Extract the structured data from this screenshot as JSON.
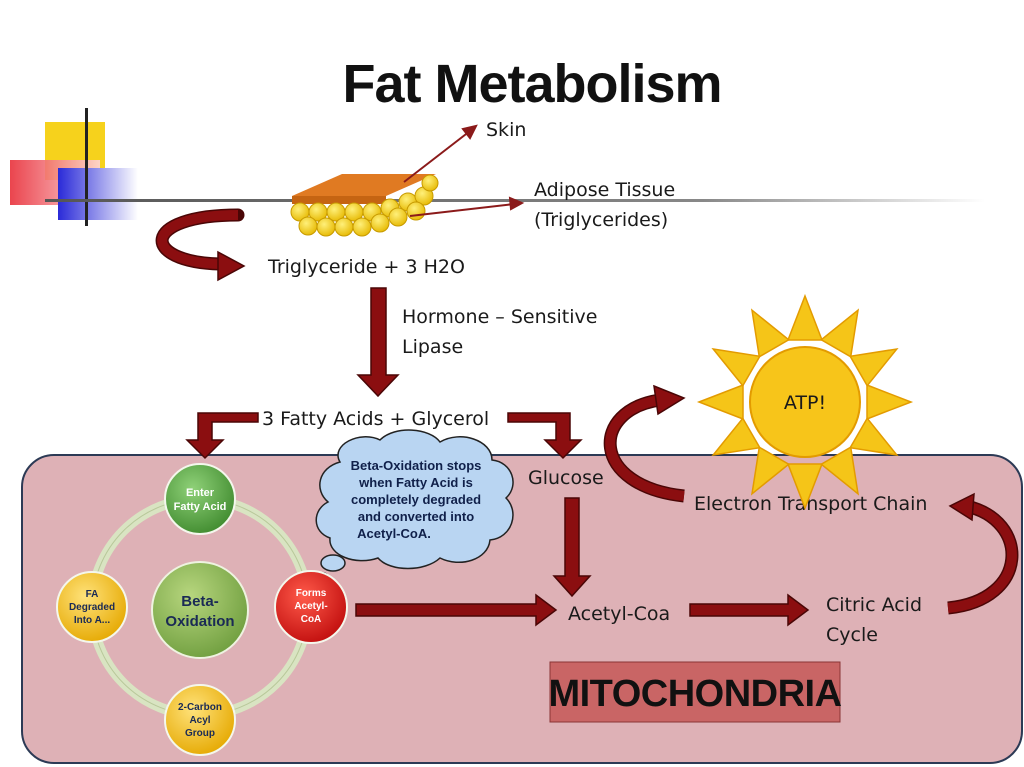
{
  "title": "Fat Metabolism",
  "labels": {
    "skin": "Skin",
    "adipose_1": "Adipose Tissue",
    "adipose_2": "(Triglycerides)",
    "triglyceride": "Triglyceride + 3 H2O",
    "enzyme_1": "Hormone – Sensitive",
    "enzyme_2": "Lipase",
    "fatty_acids": "3 Fatty Acids + Glycerol",
    "glucose": "Glucose",
    "etc": "Electron Transport Chain",
    "acetyl_coa": "Acetyl-Coa",
    "citric_1": "Citric Acid",
    "citric_2": "Cycle",
    "atp": "ATP!",
    "mitochondria": "MITOCHONDRIA"
  },
  "bubble": {
    "lines": [
      "Beta-Oxidation stops",
      "when Fatty Acid is",
      "completely degraded",
      "and converted into",
      "Acetyl-CoA."
    ]
  },
  "cycle": {
    "center": [
      "Beta-",
      "Oxidation"
    ],
    "enter": [
      "Enter",
      "Fatty Acid"
    ],
    "forms": [
      "Forms",
      "Acetyl-",
      "CoA"
    ],
    "carbon": [
      "2-Carbon",
      "Acyl",
      "Group"
    ],
    "degraded": [
      "FA",
      "Degraded",
      "Into A..."
    ]
  },
  "colors": {
    "arrow": "#8b0e10",
    "mitochondria_fill": "#deb1b6",
    "green": "#5aa544",
    "red": "#d81a1a",
    "yellow": "#f3c010",
    "sun": "#f5c518",
    "mito_label_bg": "#c96565"
  }
}
